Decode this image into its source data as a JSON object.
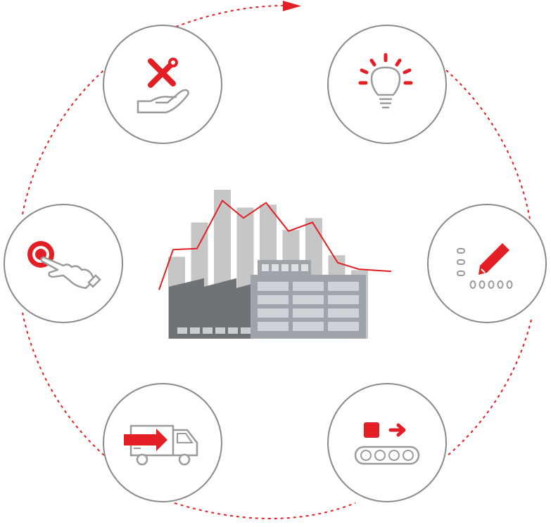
{
  "colors": {
    "accent": "#e31e24",
    "circle_stroke": "#8a8a8a",
    "icon_gray": "#9a9a9a",
    "bar_light": "#c6c6c6",
    "factory_dark": "#6f7375",
    "building_mid": "#9ea4aa",
    "building_light": "#c9ced3",
    "background": "#ffffff"
  },
  "cycle": {
    "direction": "clockwise",
    "line_style": "dashed",
    "arrowhead": "arrow-right"
  },
  "center": {
    "icon": "factory-analytics-icon",
    "bar_levels": [
      0.55,
      0.78,
      1.0,
      0.88,
      0.9,
      0.73,
      0.81,
      0.56,
      0.46
    ],
    "trend_levels": [
      0.08,
      0.45,
      0.46,
      0.9,
      0.74,
      0.88,
      0.62,
      0.7,
      0.33,
      0.27,
      0.25
    ]
  },
  "steps": [
    {
      "id": "service",
      "icon": "service-tools-hand-icon"
    },
    {
      "id": "idea",
      "icon": "lightbulb-icon"
    },
    {
      "id": "planning",
      "icon": "checklist-pencil-icon"
    },
    {
      "id": "production",
      "icon": "conveyor-belt-icon"
    },
    {
      "id": "delivery",
      "icon": "delivery-truck-icon"
    },
    {
      "id": "ordering",
      "icon": "touch-button-icon"
    }
  ]
}
